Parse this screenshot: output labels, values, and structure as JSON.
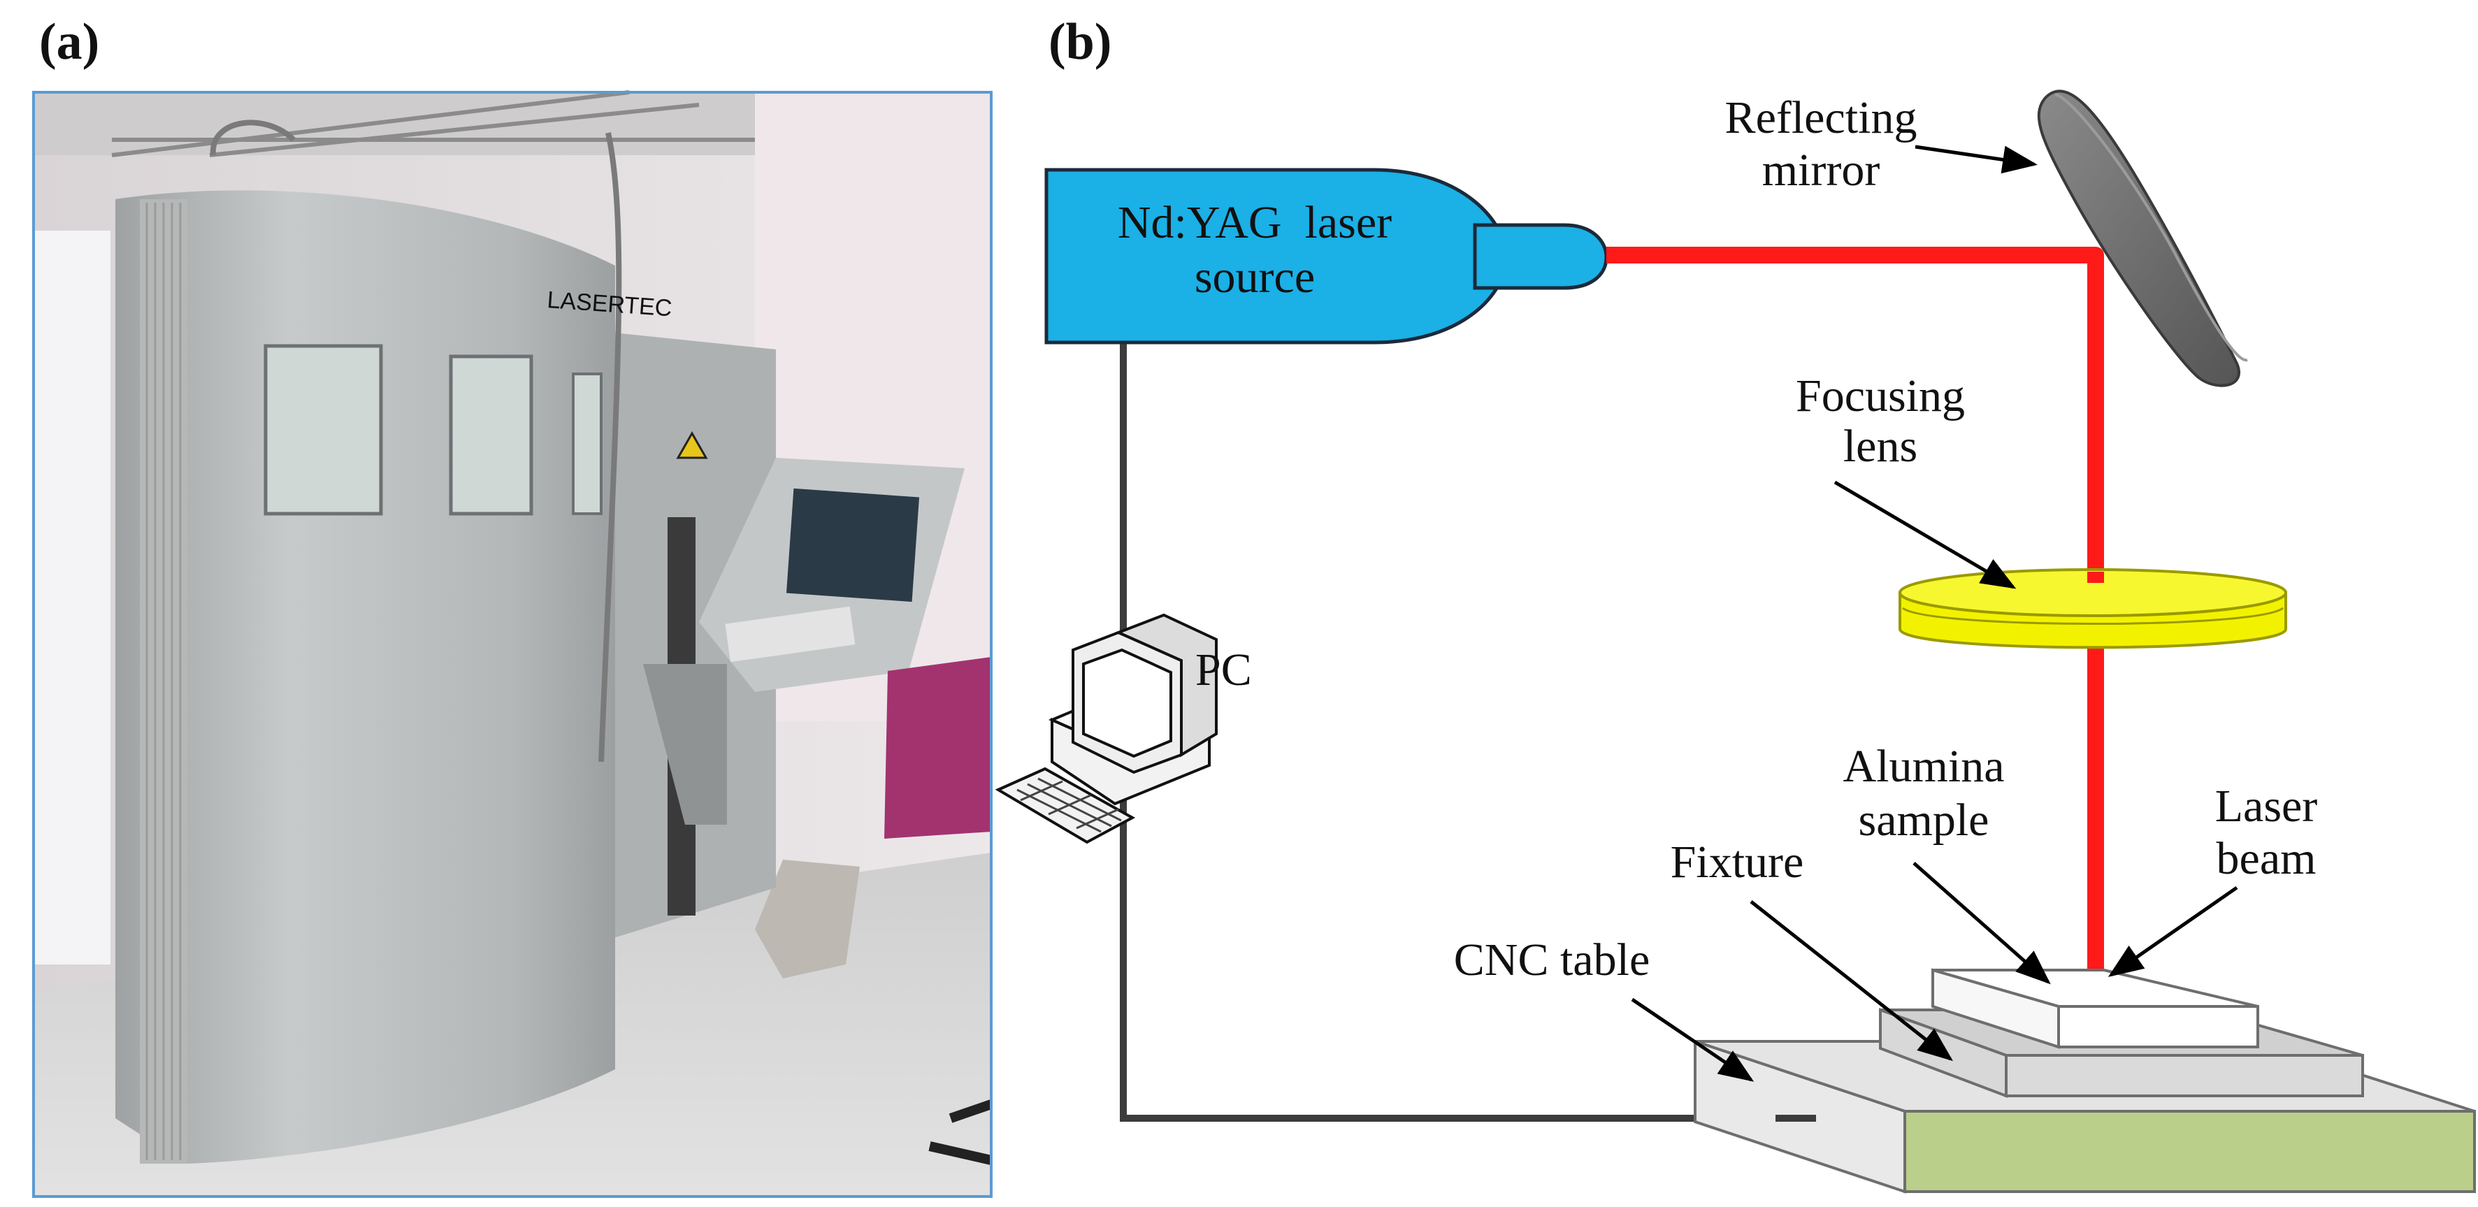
{
  "panel_a": {
    "tag": "(a)",
    "machine_label": "LASERTEC"
  },
  "panel_b": {
    "tag": "(b)",
    "laser_source": {
      "line1": "Nd:YAG  laser",
      "line2": "source"
    },
    "mirror": {
      "line1": "Reflecting",
      "line2": "mirror"
    },
    "lens": {
      "line1": "Focusing",
      "line2": "lens"
    },
    "pc": "PC",
    "sample": {
      "line1": "Alumina",
      "line2": "sample"
    },
    "beam": {
      "line1": "Laser",
      "line2": "beam"
    },
    "fixture": "Fixture",
    "table": "CNC table"
  },
  "colors": {
    "laser_source": "#1bb0e6",
    "beam": "#ff1a1a",
    "lens": "#f2f200",
    "table_top": "#e4e4e4",
    "table_side": "#b9cf8a",
    "mirror": "#6b6b6b",
    "frame_border": "#5b9bd5"
  }
}
